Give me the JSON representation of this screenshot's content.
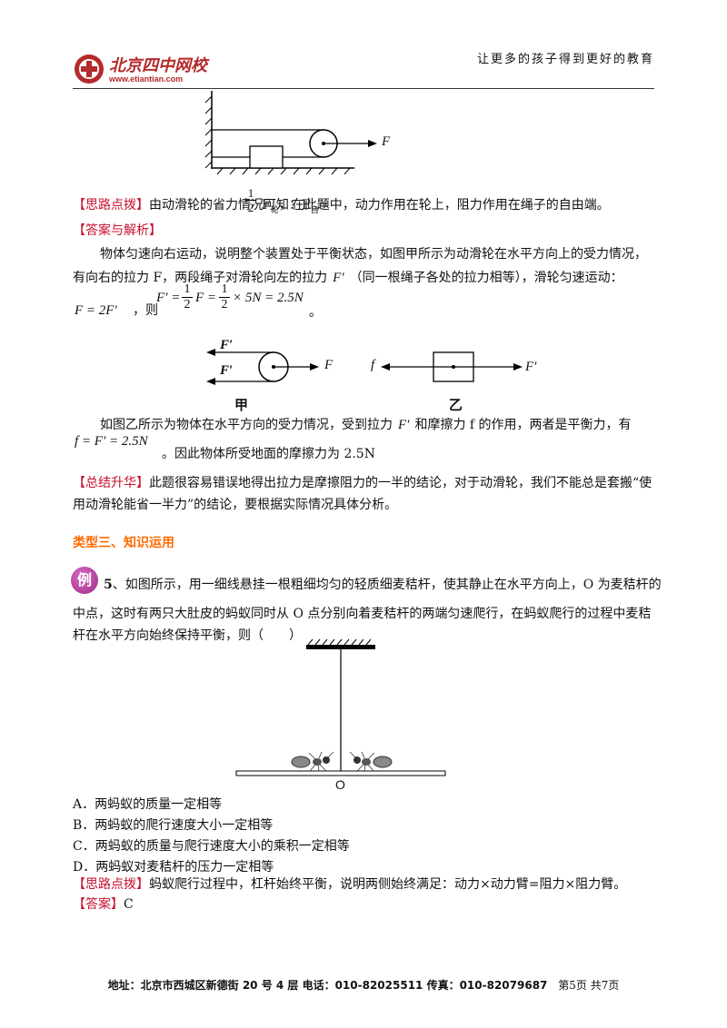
{
  "header": {
    "logo_cn": "北京四中网校",
    "logo_url": "www.etiantian.com",
    "slogan": "让更多的孩子得到更好的教育"
  },
  "block1": {
    "fig_F": "F",
    "tag1": "【思路点拨】",
    "text1a": "由动滑轮的省力情况可知：F",
    "sub_zi": "自",
    "eq": "=",
    "num": "1",
    "den": "2",
    "text1b": "F",
    "sub_lun": "轮",
    "text1c": "，在此题中，动力作用在轮上，阻力作用在绳子的自由端。",
    "tag2": "【答案与解析】",
    "p1": "物体匀速向右运动，说明整个装置处于平衡状态，如图甲所示为动滑轮在水平方向上的受力情况，",
    "p2a": "有向右的拉力 F，两段绳子对滑轮向左的拉力",
    "Fprime": "F′",
    "p2b": "（同一根绳子各处的拉力相等），滑轮匀速运动：",
    "eq1": "F = 2F′",
    "then": "，则",
    "eq2a": "F′ =",
    "eq2b": "F =",
    "eq2c": "× 5N = 2.5N",
    "period": "。",
    "fig_jia_label": "甲",
    "fig_yi_label": "乙",
    "fig_f": "f",
    "p3a": "如图乙所示为物体在水平方向的受力情况，受到拉力",
    "p3b": "和摩擦力 f 的作用，两者是平衡力，有",
    "eq3": "f = F′ = 2.5N",
    "p4": "。因此物体所受地面的摩擦力为 2.5N",
    "tag3": "【总结升华】",
    "p5a": "此题很容易错误地得出拉力是摩擦阻力的一半的结论，对于动滑轮，我们不能总是套搬“使",
    "p5b": "用动滑轮能省一半力”的结论，要根据实际情况具体分析。"
  },
  "section": {
    "title": "类型三、知识运用"
  },
  "example": {
    "badge": "例",
    "num": "5",
    "q1": "、如图所示，用一细线悬挂一根粗细均匀的轻质细麦秸杆，使其静止在水平方向上，O 为麦秸杆的",
    "q2": "中点，这时有两只大肚皮的蚂蚁同时从 O 点分别向着麦秸杆的两端匀速爬行，在蚂蚁爬行的过程中麦秸",
    "q3": "杆在水平方向始终保持平衡，则（　　）",
    "fig_O": "O",
    "options": [
      "A．两蚂蚁的质量一定相等",
      "B．两蚂蚁的爬行速度大小一定相等",
      "C．两蚂蚁的质量与爬行速度大小的乘积一定相等",
      "D．两蚂蚁对麦秸杆的压力一定相等"
    ],
    "tag1": "【思路点拨】",
    "hint": "蚂蚁爬行过程中，杠杆始终平衡，说明两侧始终满足：动力×动力臂=阻力×阻力臂。",
    "tag2": "【答案】",
    "answer": "C"
  },
  "footer": {
    "text": "地址：北京市西城区新德街 20 号 4 层  电话：010-82025511  传真：010-82079687",
    "page": "第5页  共7页"
  }
}
